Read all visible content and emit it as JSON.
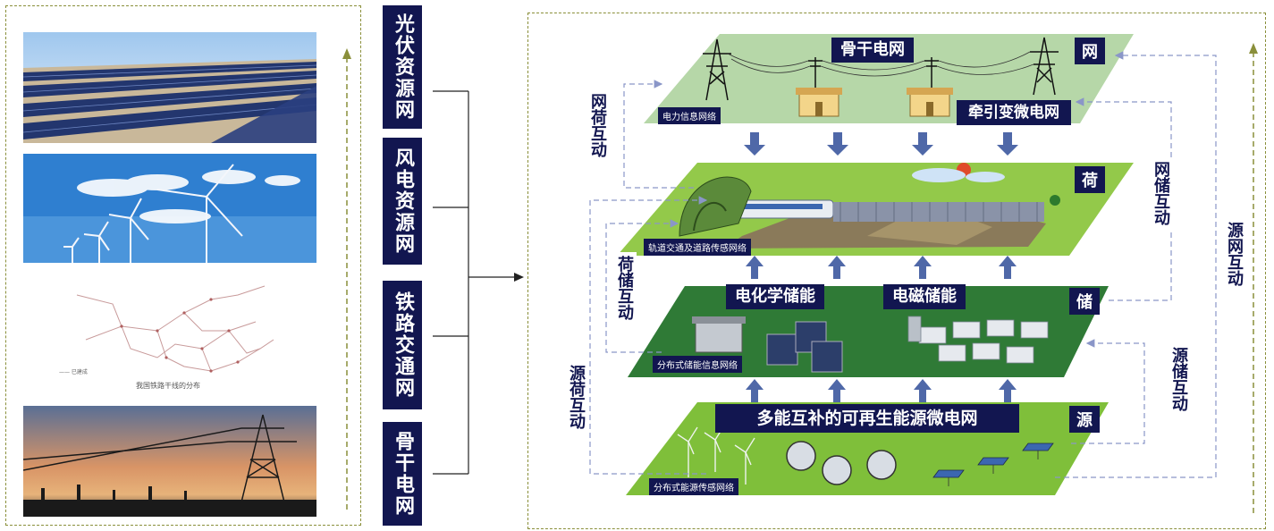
{
  "left_panel": {
    "railway_map_caption": "我国铁路干线的分布",
    "railway_legend": "—— 已建成"
  },
  "resource_nets": [
    {
      "label": "光伏资源网"
    },
    {
      "label": "风电资源网"
    },
    {
      "label": "铁路交通网"
    },
    {
      "label": "骨干电网"
    }
  ],
  "layers": {
    "grid": {
      "title": "骨干电网",
      "tag": "网",
      "sublabel": "牵引变微电网",
      "network": "电力信息网络"
    },
    "load": {
      "tag": "荷",
      "network": "轨道交通及道路传感网络"
    },
    "storage": {
      "tag": "储",
      "label_a": "电化学储能",
      "label_b": "电磁储能",
      "network": "分布式储能信息网络"
    },
    "source": {
      "tag": "源",
      "title": "多能互补的可再生能源微电网",
      "network": "分布式能源传感网络"
    }
  },
  "interactions": {
    "grid_load": "网荷互动",
    "load_storage": "荷储互动",
    "source_load": "源荷互动",
    "grid_storage": "网储互动",
    "source_storage": "源储互动",
    "source_grid": "源网互动"
  },
  "colors": {
    "navy": "#121650",
    "dash": "#8a8f3a",
    "link": "#8a96c8",
    "arrow": "#4f68a8"
  }
}
